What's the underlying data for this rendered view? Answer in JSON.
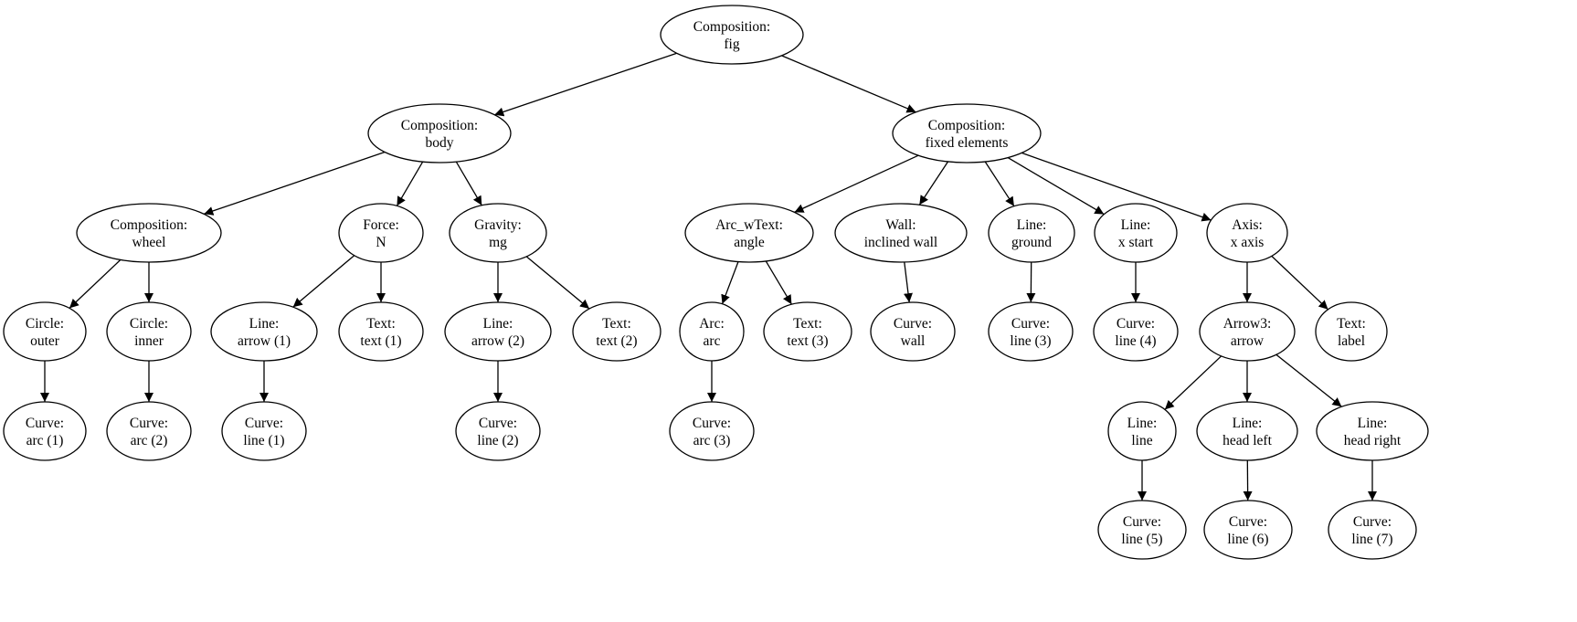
{
  "diagram": {
    "type": "tree",
    "colors": {
      "stroke": "#000000",
      "node_fill": "#ffffff",
      "background": "#ffffff"
    },
    "nodes": [
      {
        "id": "fig",
        "type": "Composition:",
        "name": "fig"
      },
      {
        "id": "body",
        "type": "Composition:",
        "name": "body"
      },
      {
        "id": "fixed",
        "type": "Composition:",
        "name": "fixed elements"
      },
      {
        "id": "wheel",
        "type": "Composition:",
        "name": "wheel"
      },
      {
        "id": "force_n",
        "type": "Force:",
        "name": "N"
      },
      {
        "id": "gravity_mg",
        "type": "Gravity:",
        "name": "mg"
      },
      {
        "id": "arc_angle",
        "type": "Arc_wText:",
        "name": "angle"
      },
      {
        "id": "wall_inclined",
        "type": "Wall:",
        "name": "inclined wall"
      },
      {
        "id": "line_ground",
        "type": "Line:",
        "name": "ground"
      },
      {
        "id": "line_xstart",
        "type": "Line:",
        "name": "x start"
      },
      {
        "id": "axis_x",
        "type": "Axis:",
        "name": "x axis"
      },
      {
        "id": "circle_outer",
        "type": "Circle:",
        "name": "outer"
      },
      {
        "id": "circle_inner",
        "type": "Circle:",
        "name": "inner"
      },
      {
        "id": "line_arrow1",
        "type": "Line:",
        "name": "arrow (1)"
      },
      {
        "id": "text_text1",
        "type": "Text:",
        "name": "text (1)"
      },
      {
        "id": "line_arrow2",
        "type": "Line:",
        "name": "arrow (2)"
      },
      {
        "id": "text_text2",
        "type": "Text:",
        "name": "text (2)"
      },
      {
        "id": "arc_arc",
        "type": "Arc:",
        "name": "arc"
      },
      {
        "id": "text_text3",
        "type": "Text:",
        "name": "text (3)"
      },
      {
        "id": "curve_wall",
        "type": "Curve:",
        "name": "wall"
      },
      {
        "id": "curve_line3",
        "type": "Curve:",
        "name": "line (3)"
      },
      {
        "id": "curve_line4",
        "type": "Curve:",
        "name": "line (4)"
      },
      {
        "id": "arrow3_arrow",
        "type": "Arrow3:",
        "name": "arrow"
      },
      {
        "id": "text_label",
        "type": "Text:",
        "name": "label"
      },
      {
        "id": "curve_arc1",
        "type": "Curve:",
        "name": "arc (1)"
      },
      {
        "id": "curve_arc2",
        "type": "Curve:",
        "name": "arc (2)"
      },
      {
        "id": "curve_line1",
        "type": "Curve:",
        "name": "line (1)"
      },
      {
        "id": "curve_line2",
        "type": "Curve:",
        "name": "line (2)"
      },
      {
        "id": "curve_arc3",
        "type": "Curve:",
        "name": "arc (3)"
      },
      {
        "id": "line_line",
        "type": "Line:",
        "name": "line"
      },
      {
        "id": "line_headleft",
        "type": "Line:",
        "name": "head left"
      },
      {
        "id": "line_headright",
        "type": "Line:",
        "name": "head right"
      },
      {
        "id": "curve_line5",
        "type": "Curve:",
        "name": "line (5)"
      },
      {
        "id": "curve_line6",
        "type": "Curve:",
        "name": "line (6)"
      },
      {
        "id": "curve_line7",
        "type": "Curve:",
        "name": "line (7)"
      }
    ],
    "edges": [
      {
        "from": "fig",
        "to": "body"
      },
      {
        "from": "fig",
        "to": "fixed"
      },
      {
        "from": "body",
        "to": "wheel"
      },
      {
        "from": "body",
        "to": "force_n"
      },
      {
        "from": "body",
        "to": "gravity_mg"
      },
      {
        "from": "fixed",
        "to": "arc_angle"
      },
      {
        "from": "fixed",
        "to": "wall_inclined"
      },
      {
        "from": "fixed",
        "to": "line_ground"
      },
      {
        "from": "fixed",
        "to": "line_xstart"
      },
      {
        "from": "fixed",
        "to": "axis_x"
      },
      {
        "from": "wheel",
        "to": "circle_outer"
      },
      {
        "from": "wheel",
        "to": "circle_inner"
      },
      {
        "from": "force_n",
        "to": "line_arrow1"
      },
      {
        "from": "force_n",
        "to": "text_text1"
      },
      {
        "from": "gravity_mg",
        "to": "line_arrow2"
      },
      {
        "from": "gravity_mg",
        "to": "text_text2"
      },
      {
        "from": "arc_angle",
        "to": "arc_arc"
      },
      {
        "from": "arc_angle",
        "to": "text_text3"
      },
      {
        "from": "wall_inclined",
        "to": "curve_wall"
      },
      {
        "from": "line_ground",
        "to": "curve_line3"
      },
      {
        "from": "line_xstart",
        "to": "curve_line4"
      },
      {
        "from": "axis_x",
        "to": "arrow3_arrow"
      },
      {
        "from": "axis_x",
        "to": "text_label"
      },
      {
        "from": "circle_outer",
        "to": "curve_arc1"
      },
      {
        "from": "circle_inner",
        "to": "curve_arc2"
      },
      {
        "from": "line_arrow1",
        "to": "curve_line1"
      },
      {
        "from": "line_arrow2",
        "to": "curve_line2"
      },
      {
        "from": "arc_arc",
        "to": "curve_arc3"
      },
      {
        "from": "arrow3_arrow",
        "to": "line_line"
      },
      {
        "from": "arrow3_arrow",
        "to": "line_headleft"
      },
      {
        "from": "arrow3_arrow",
        "to": "line_headright"
      },
      {
        "from": "line_line",
        "to": "curve_line5"
      },
      {
        "from": "line_headleft",
        "to": "curve_line6"
      },
      {
        "from": "line_headright",
        "to": "curve_line7"
      }
    ]
  }
}
